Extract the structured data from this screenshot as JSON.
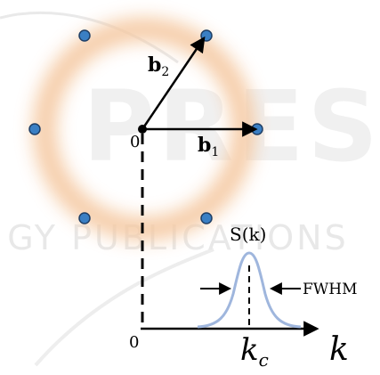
{
  "labels": {
    "b1_main": "b",
    "b1_sub": "1",
    "b2_main": "b",
    "b2_sub": "2",
    "origin_top": "0",
    "origin_bottom": "0",
    "sk": "S(k)",
    "fwhm": "FWHM",
    "kc_main": "k",
    "kc_sub": "c",
    "k_axis": "k"
  },
  "watermark": {
    "upper_text": "PRESS",
    "lower_text": "GY PUBLICATIONS"
  },
  "colors": {
    "dot_fill": "#3a7fc4",
    "dot_stroke": "#1f3f66",
    "ring": "#f5c9a2",
    "curve": "#9fb6dd",
    "ink": "#000000"
  }
}
